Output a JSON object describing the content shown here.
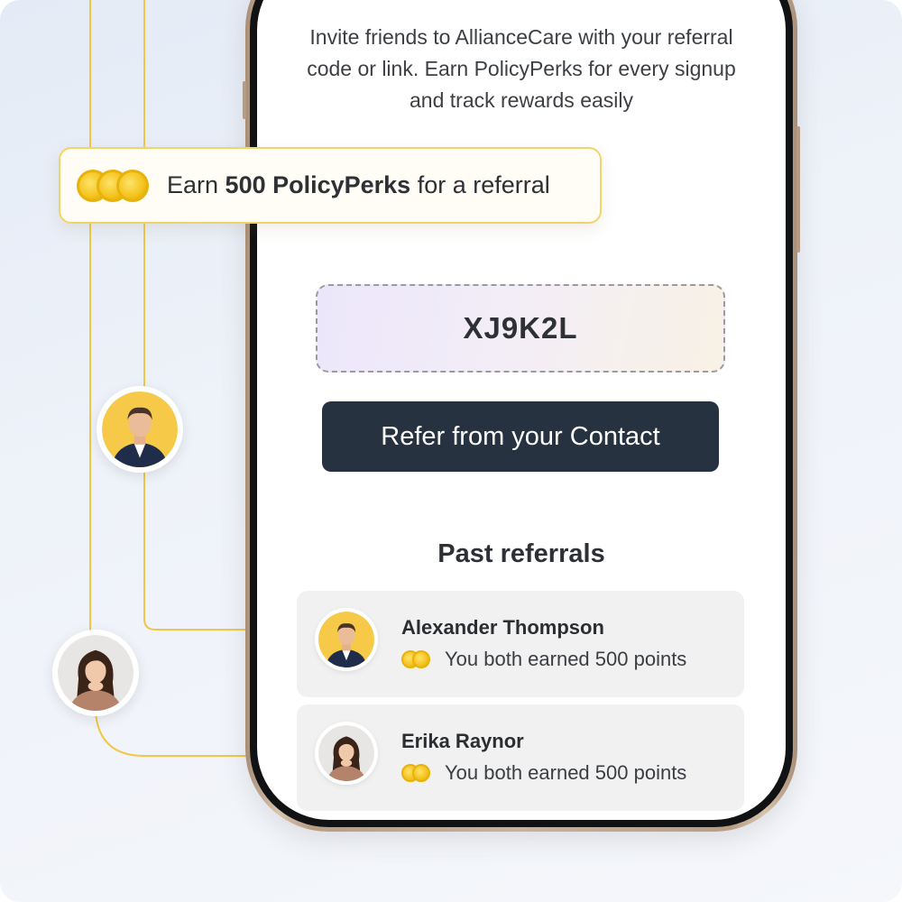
{
  "intro_text": "Invite friends to AllianceCare with your referral code or link. Earn PolicyPerks for every signup and track rewards easily",
  "earn_banner": {
    "prefix": "Earn ",
    "highlight": "500 PolicyPerks",
    "suffix": " for a referral",
    "icon": "gold-coins-icon"
  },
  "referral_code": "XJ9K2L",
  "refer_button_label": "Refer from your Contact",
  "past_referrals_title": "Past referrals",
  "referrals": [
    {
      "name": "Alexander Thompson",
      "points_text": "You both earned 500 points"
    },
    {
      "name": "Erika Raynor",
      "points_text": "You both earned 500 points"
    }
  ],
  "colors": {
    "accent_gold": "#f4c21b",
    "button_dark": "#263240",
    "connector_line": "#f2c744"
  }
}
